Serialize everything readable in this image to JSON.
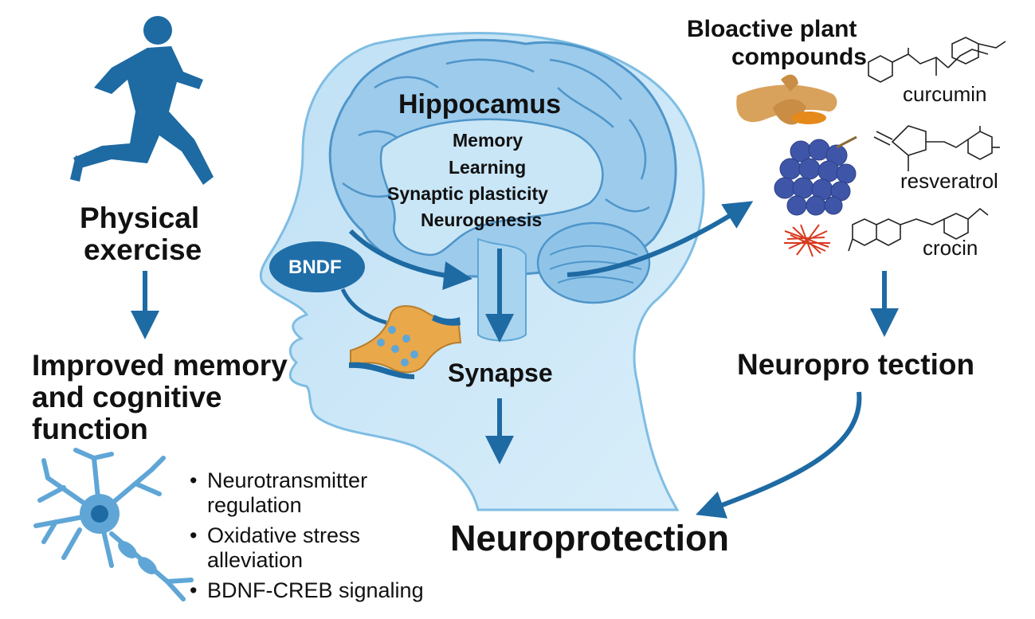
{
  "left": {
    "exercise_line1": "Physical",
    "exercise_line2": "exercise",
    "memory_line1": "Improved memory",
    "memory_line2": "and cognitive",
    "memory_line3": "function",
    "bullets": [
      "Neurotransmitter regulation",
      "Oxidative stress alleviation",
      "BDNF-CREB signaling"
    ]
  },
  "center": {
    "hippocampus_title": "Hippocamus",
    "functions": [
      "Memory",
      "Learning",
      "Synaptic plasticity",
      "Neurogenesis"
    ],
    "bndf_label": "BNDF",
    "synapse_label": "Synapse",
    "neuroprotection_main": "Neuroprotection"
  },
  "right": {
    "compounds_line1": "Bloactive plant",
    "compounds_line2": "compounds",
    "compounds": [
      "curcumin",
      "resveratrol",
      "crocin"
    ],
    "neuroprotection": "Neuropro tection"
  },
  "colors": {
    "dark_blue": "#1e6aa3",
    "light_blue": "#a9d4ef",
    "mid_blue": "#5fa6d6",
    "bndf_oval": "#1f6ea8",
    "synapse_orange": "#e9a84a",
    "grape": "#3f56a8",
    "turmeric": "#d9a25c",
    "saffron": "#d83a1f"
  }
}
